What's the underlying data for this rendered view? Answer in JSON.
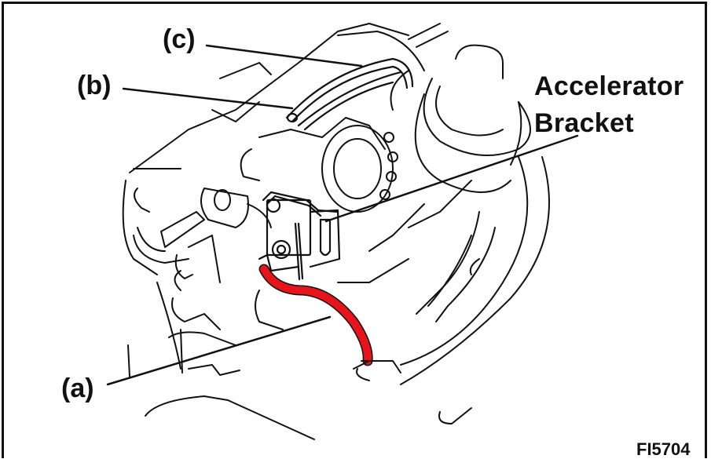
{
  "diagram": {
    "type": "technical-illustration",
    "subject": "Accelerator bracket and cable routing on throttle body",
    "labels": {
      "c": "(c)",
      "b": "(b)",
      "a": "(a)",
      "accelerator_line1": "Accelerator",
      "accelerator_line2": "Bracket"
    },
    "figure_code": "FI5704",
    "highlight": {
      "part": "(a)",
      "color": "#e8141b"
    },
    "colors": {
      "line": "#111111",
      "background": "#ffffff",
      "highlight": "#e8141b"
    }
  }
}
